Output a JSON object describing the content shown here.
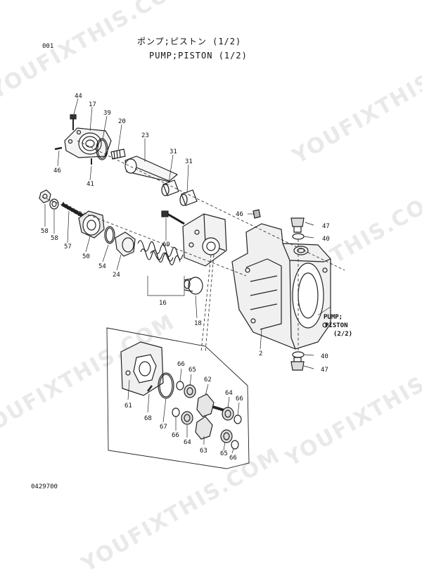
{
  "header": {
    "sheet_id": "001",
    "title_jp": "ポンプ;ピストン (1/2)",
    "title_en": "PUMP;PISTON (1/2)"
  },
  "footer": {
    "drawing_code": "0429700"
  },
  "watermark": {
    "text": "YOUFIXTHIS.COM",
    "color": "#e9e9e9"
  },
  "cross_reference": {
    "line1": "PUMP;",
    "line2": "PISTON",
    "line3": "(2/2)"
  },
  "part_numbers": {
    "p44": "44",
    "p17": "17",
    "p39": "39",
    "p20": "20",
    "p23": "23",
    "p46a": "46",
    "p41": "41",
    "p31a": "31",
    "p31b": "31",
    "p58a": "58",
    "p58b": "58",
    "p57": "57",
    "p50": "50",
    "p54": "54",
    "p24": "24",
    "p69": "69",
    "p16": "16",
    "p18": "18",
    "p46b": "46",
    "p47a": "47",
    "p40a": "40",
    "p2": "2",
    "p40b": "40",
    "p47b": "47",
    "p66a": "66",
    "p65a": "65",
    "p62": "62",
    "p64a": "64",
    "p66b": "66",
    "p61": "61",
    "p68": "68",
    "p67": "67",
    "p66c": "66",
    "p64b": "64",
    "p63": "63",
    "p65b": "65",
    "p66d": "66"
  }
}
